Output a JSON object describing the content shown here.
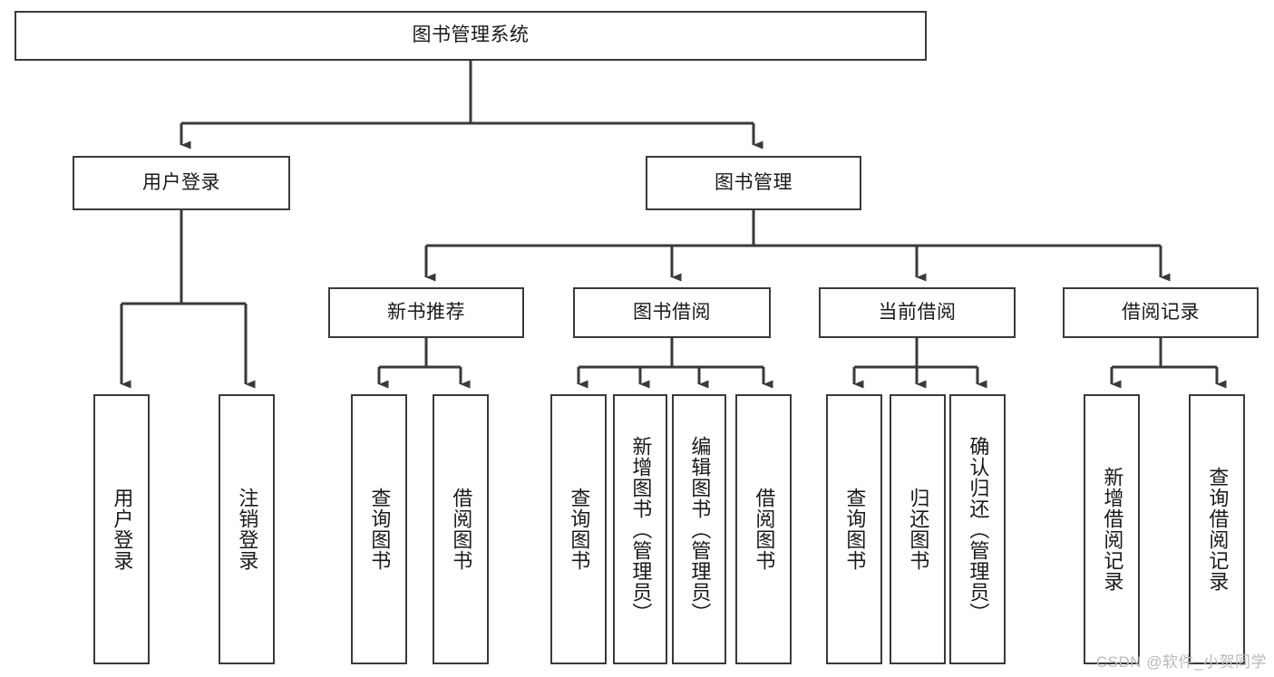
{
  "diagram": {
    "title": "图书管理系统",
    "watermark": "CSDN @软件_小贺同学",
    "line_color": "#3a3a3a",
    "box_fill": "#ffffff",
    "text_color": "#1a1a1a",
    "nodes": {
      "root": "图书管理系统",
      "user_login": "用户登录",
      "book_manage": "图书管理",
      "new_book_rec": "新书推荐",
      "book_borrow": "图书借阅",
      "current_borrow": "当前借阅",
      "borrow_record": "借阅记录",
      "leaf_user_login": "用户登录",
      "leaf_user_logout": "注销登录",
      "leaf_rec_query": "查询图书",
      "leaf_rec_borrow": "借阅图书",
      "leaf_borrow_query": "查询图书",
      "leaf_borrow_add": "新增图书（管理员）",
      "leaf_borrow_edit": "编辑图书（管理员）",
      "leaf_borrow_borrow": "借阅图书",
      "leaf_cur_query": "查询图书",
      "leaf_cur_return": "归还图书",
      "leaf_cur_confirm": "确认归还（管理员）",
      "leaf_rec_add": "新增借阅记录",
      "leaf_rec_query2": "查询借阅记录"
    }
  }
}
